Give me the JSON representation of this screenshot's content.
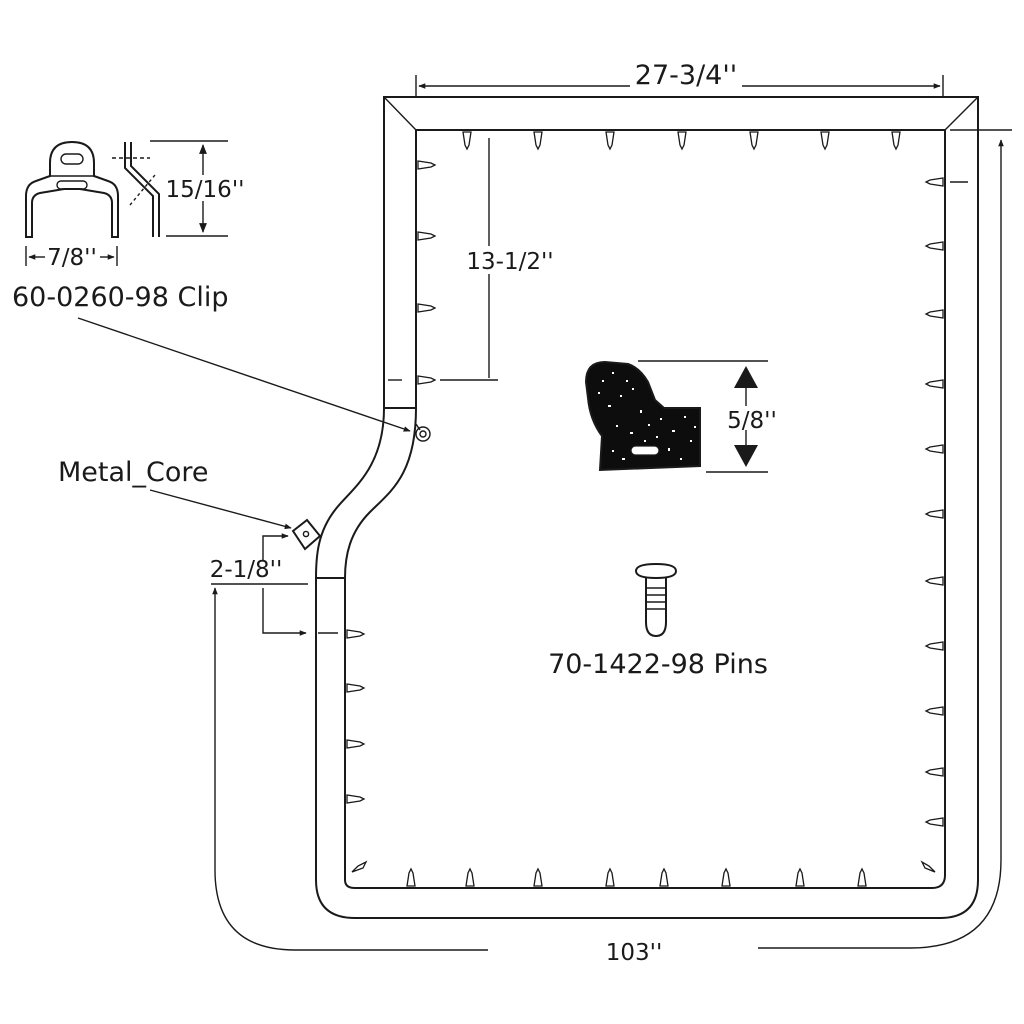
{
  "dimensions": {
    "top_width": "27-3/4''",
    "upper_height": "13-1/2''",
    "clip_height": "15/16''",
    "clip_width": "7/8''",
    "profile_height": "5/8''",
    "offset": "2-1/8''",
    "total_length": "103''"
  },
  "parts": {
    "clip": "60-0260-98 Clip",
    "core": "Metal_Core",
    "pins": "70-1422-98  Pins"
  },
  "colors": {
    "line": "#1a1a1a",
    "background": "#ffffff",
    "profile_fill": "#0d0d0d"
  }
}
